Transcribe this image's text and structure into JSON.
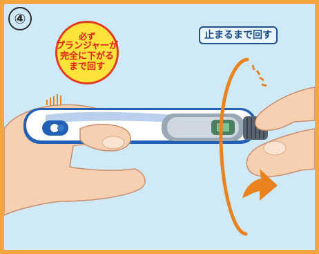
{
  "step_number": "④",
  "badge": {
    "line1": "必ず",
    "line2": "プランジャーが",
    "line3": "完全に下がる",
    "line4": "まで回す"
  },
  "instruction_label": "止まるまで回す",
  "colors": {
    "frame_border": "#f3a640",
    "background": "#cfe9f7",
    "badge_fill": "#ffe23a",
    "badge_text": "#e11f16",
    "arrow": "#e8831f",
    "pen_blue": "#2160b4"
  },
  "icons": [
    "vibration-lines-icon",
    "rotate-arrow-icon"
  ]
}
